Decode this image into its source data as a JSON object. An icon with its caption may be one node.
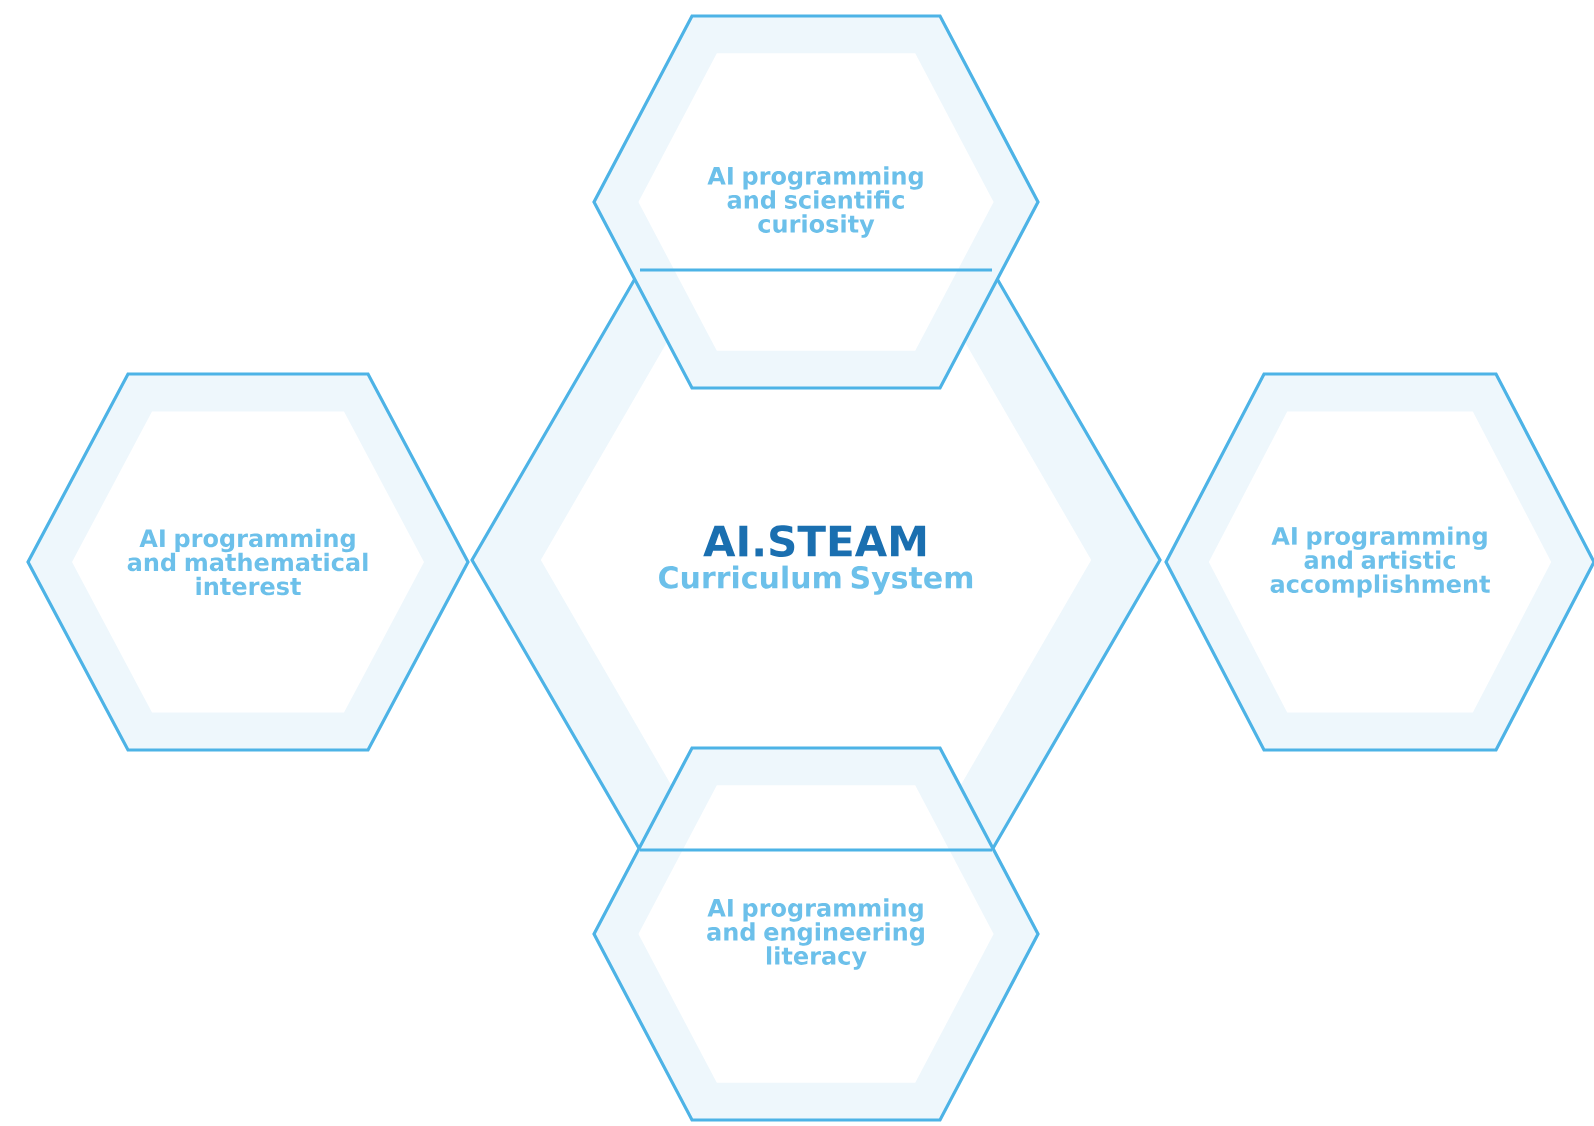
{
  "diagram": {
    "nodes": [
      {
        "text": [
          "AI programming and scientific curiosity"
        ]
      },
      {
        "text": [
          "AI programming and mathematical interest"
        ]
      },
      {
        "text": [
          "AI.STEAM",
          "Curriculum System"
        ]
      },
      {
        "text": [
          "AI programming and artistic accomplishment"
        ]
      },
      {
        "text": [
          "AI programming and engineering literacy"
        ]
      }
    ]
  }
}
